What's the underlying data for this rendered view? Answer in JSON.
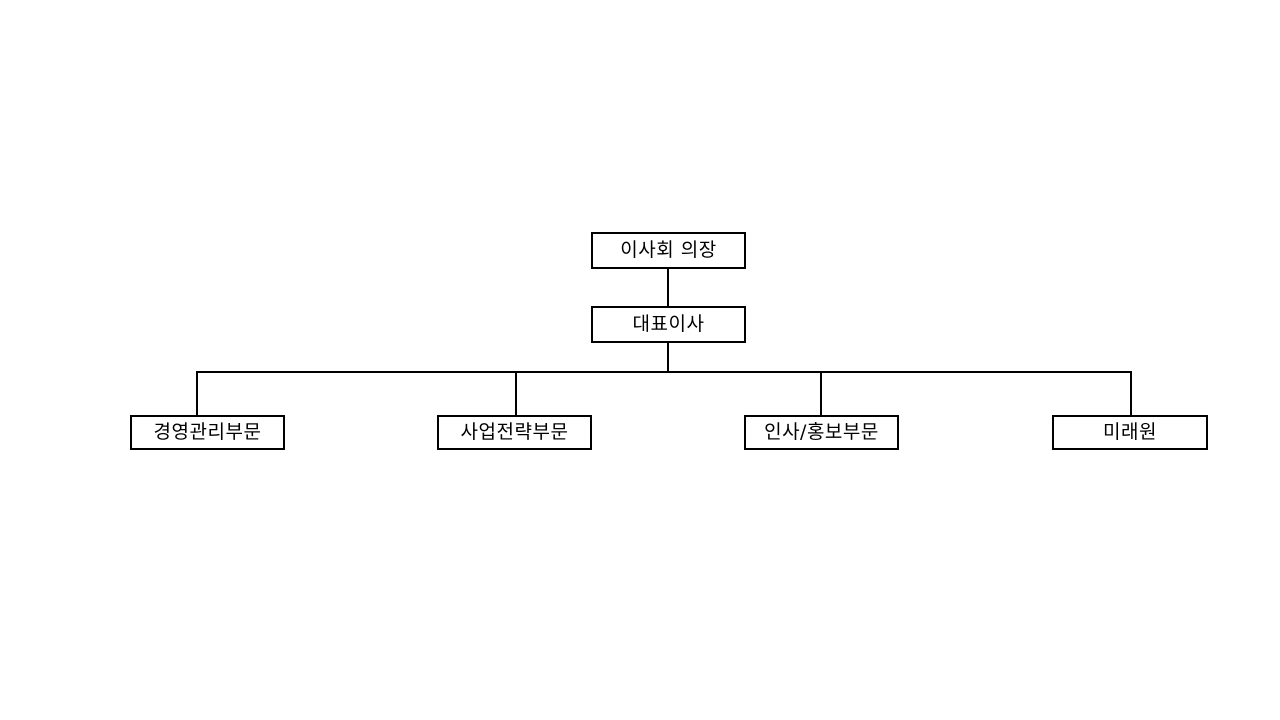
{
  "diagram": {
    "type": "organization-chart",
    "title": "",
    "background_color": "#ffffff",
    "line_color": "#000000",
    "box_fill_color": "#ffffff",
    "text_color": "#000000",
    "levels": [
      {
        "level": 1,
        "nodes": [
          {
            "id": "chairman",
            "label": "이사회 의장"
          }
        ]
      },
      {
        "level": 2,
        "nodes": [
          {
            "id": "ceo",
            "label": "대표이사"
          }
        ]
      },
      {
        "level": 3,
        "nodes": [
          {
            "id": "div1",
            "label": "경영관리부문"
          },
          {
            "id": "div2",
            "label": "사업전략부문"
          },
          {
            "id": "div3",
            "label": "인사/홍보부문"
          },
          {
            "id": "div4",
            "label": "미래원"
          }
        ]
      }
    ],
    "edges": [
      {
        "from": "chairman",
        "to": "ceo"
      },
      {
        "from": "ceo",
        "to": "div1"
      },
      {
        "from": "ceo",
        "to": "div2"
      },
      {
        "from": "ceo",
        "to": "div3"
      },
      {
        "from": "ceo",
        "to": "div4"
      }
    ]
  }
}
